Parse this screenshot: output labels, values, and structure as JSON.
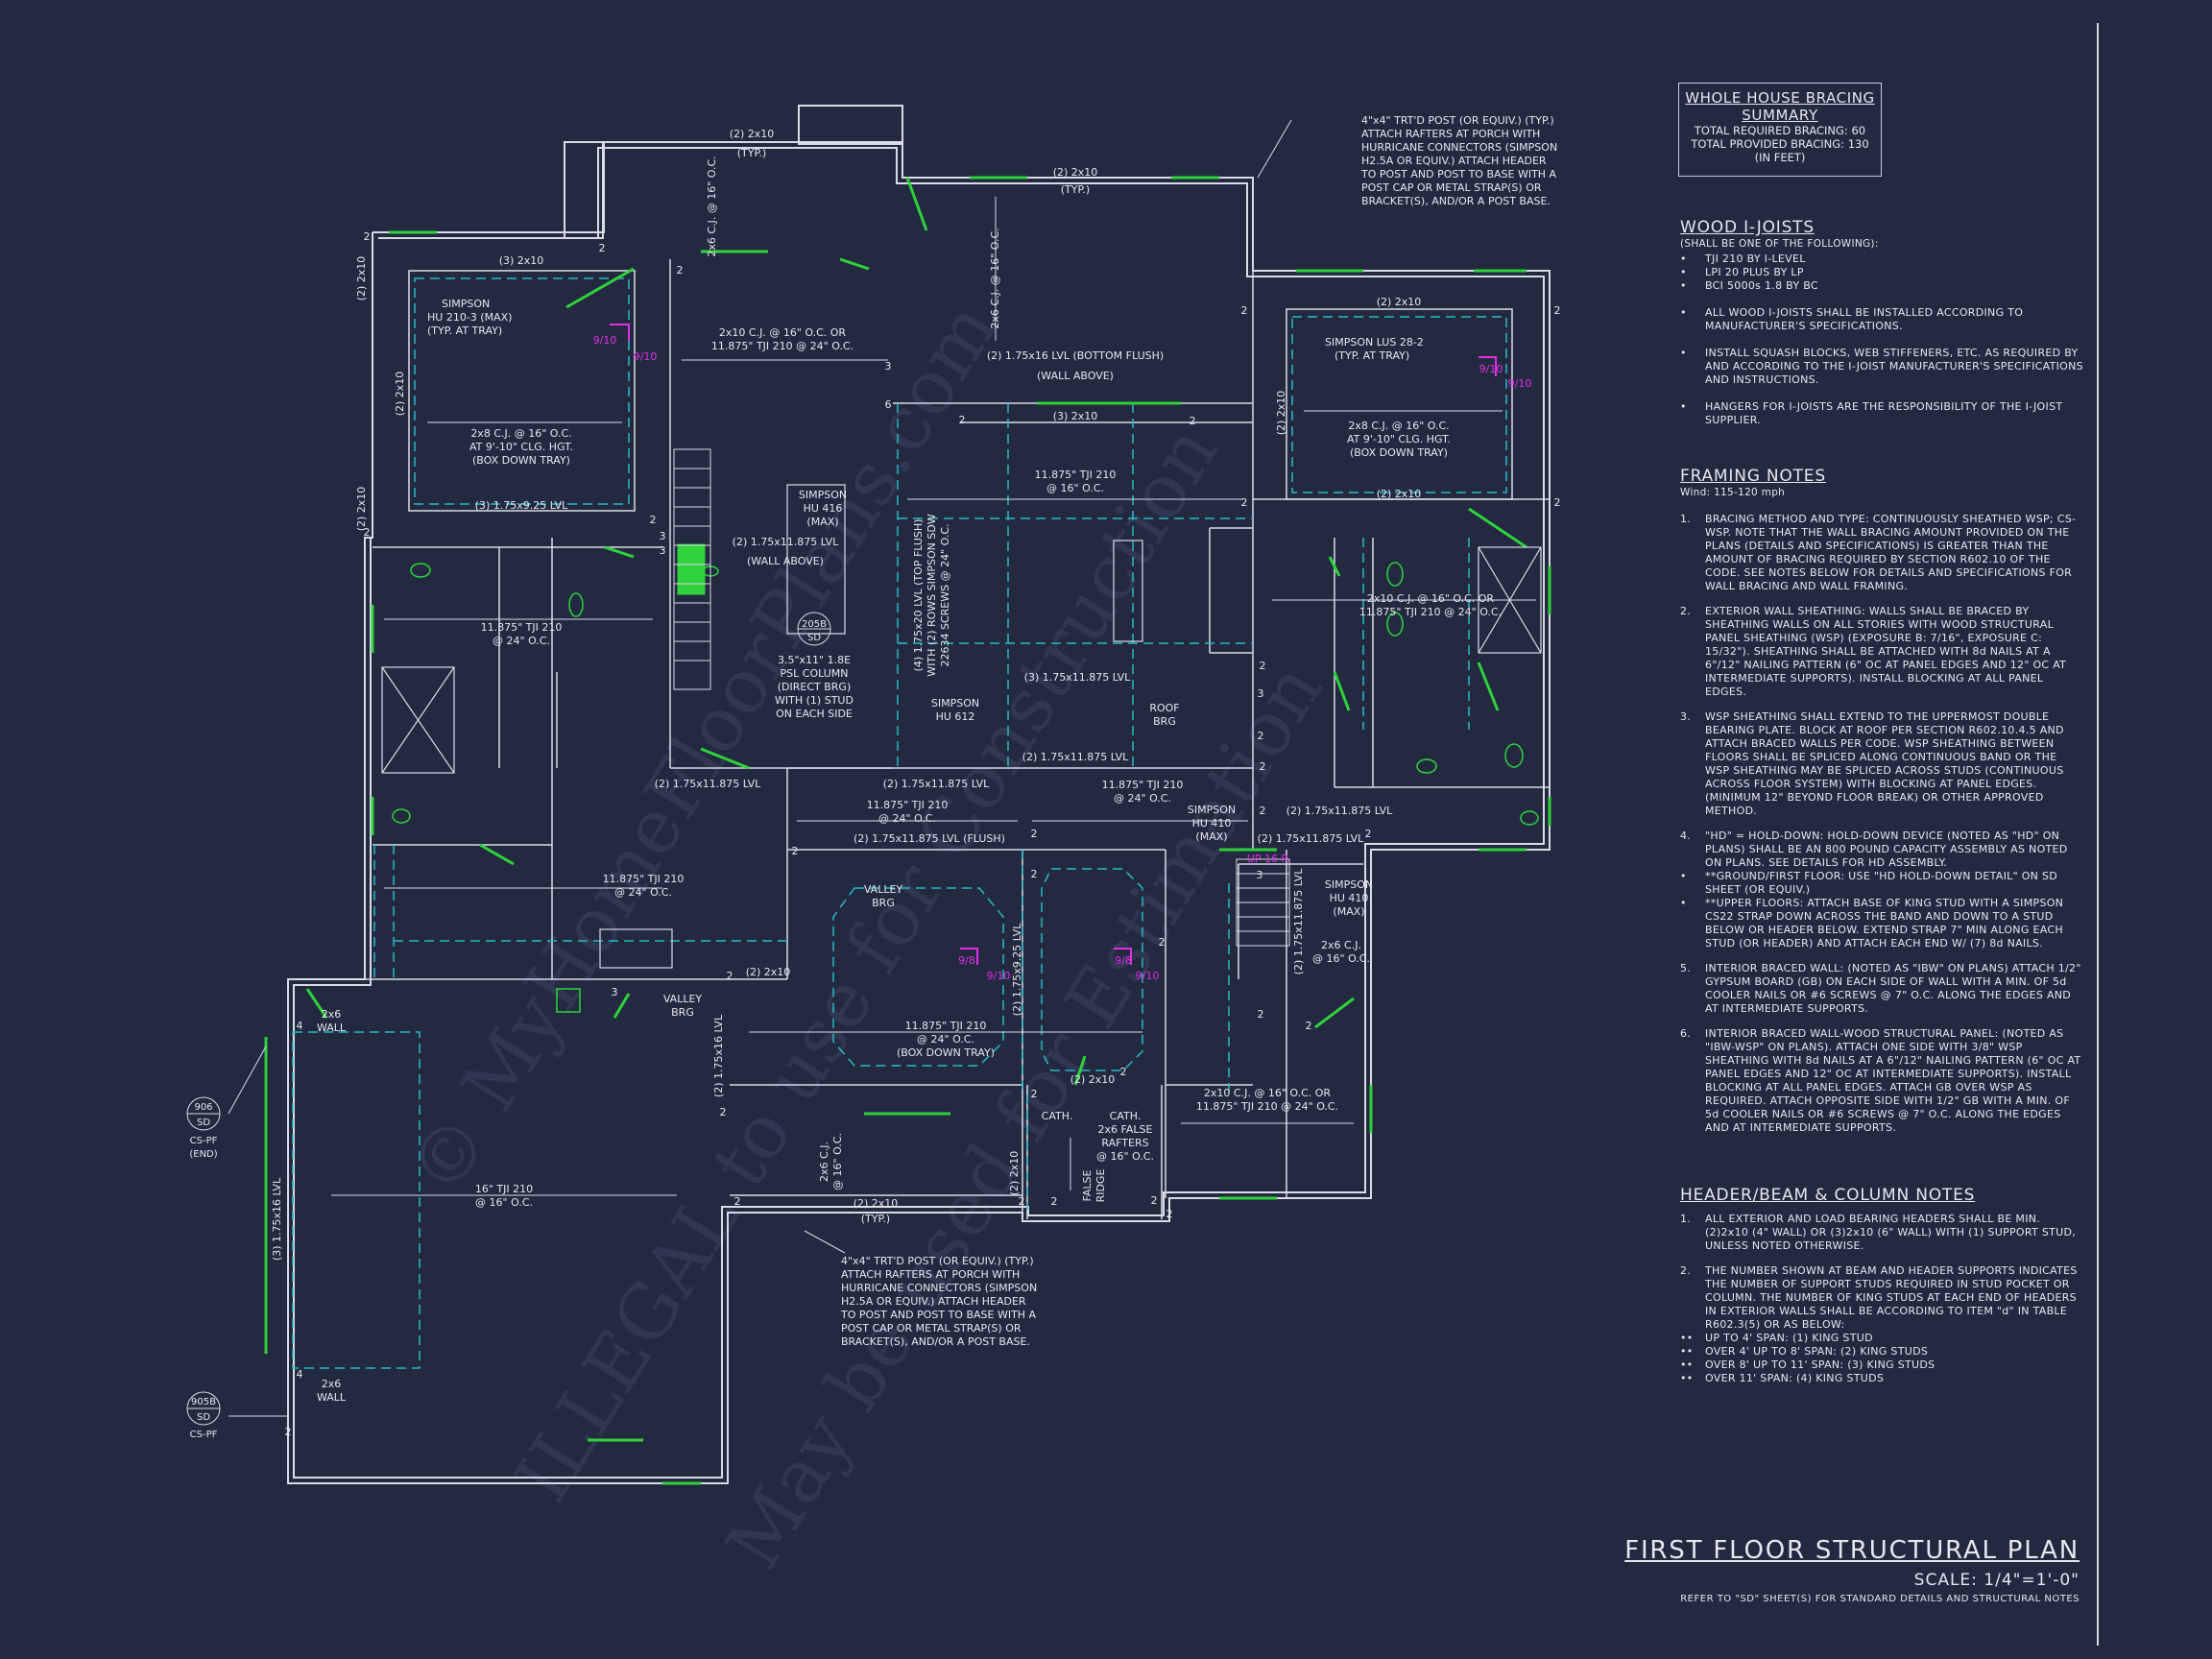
{
  "colors": {
    "background": "#232a40",
    "line": "#e6e8ef",
    "accent_green": "#2fd13c",
    "accent_magenta": "#e22ee8",
    "accent_cyan": "#2bb7c9",
    "watermark": "#3a4260"
  },
  "bracing": {
    "title": "WHOLE HOUSE BRACING SUMMARY",
    "required": "TOTAL REQUIRED BRACING: 60",
    "provided": "TOTAL PROVIDED BRACING: 130",
    "unit": "(IN FEET)"
  },
  "ijoists": {
    "title": "WOOD I-JOISTS",
    "sub": "(SHALL BE ONE OF THE FOLLOWING):",
    "options": [
      "TJI 210 BY I-LEVEL",
      "LPI 20 PLUS BY LP",
      "BCI 5000s 1.8 BY BC"
    ],
    "notes": [
      "ALL WOOD I-JOISTS SHALL BE INSTALLED ACCORDING TO MANUFACTURER'S SPECIFICATIONS.",
      "INSTALL SQUASH BLOCKS, WEB STIFFENERS, ETC. AS REQUIRED BY AND ACCORDING TO THE I-JOIST MANUFACTURER'S SPECIFICATIONS AND INSTRUCTIONS.",
      "HANGERS FOR I-JOISTS ARE THE RESPONSIBILITY OF THE I-JOIST SUPPLIER."
    ]
  },
  "framing": {
    "title": "FRAMING NOTES",
    "wind": "Wind: 115-120 mph",
    "items": [
      "BRACING METHOD AND TYPE: CONTINUOUSLY SHEATHED WSP; CS-WSP. NOTE THAT THE WALL BRACING AMOUNT PROVIDED ON THE PLANS (DETAILS AND SPECIFICATIONS) IS GREATER THAN THE AMOUNT OF BRACING REQUIRED BY SECTION R602.10 OF THE CODE. SEE NOTES BELOW FOR DETAILS AND SPECIFICATIONS FOR WALL BRACING AND WALL FRAMING.",
      "EXTERIOR WALL SHEATHING: WALLS SHALL BE BRACED BY SHEATHING WALLS ON ALL STORIES WITH WOOD STRUCTURAL PANEL SHEATHING (WSP) (EXPOSURE B: 7/16\", EXPOSURE C: 15/32\"). SHEATHING SHALL BE ATTACHED WITH 8d NAILS AT A 6\"/12\" NAILING PATTERN (6\" OC AT PANEL EDGES AND 12\" OC AT INTERMEDIATE SUPPORTS). INSTALL BLOCKING AT ALL PANEL EDGES.",
      "WSP SHEATHING SHALL EXTEND TO THE UPPERMOST DOUBLE BEARING PLATE. BLOCK AT ROOF PER SECTION R602.10.4.5 AND ATTACH BRACED WALLS PER CODE. WSP SHEATHING BETWEEN FLOORS SHALL BE SPLICED ALONG CONTINUOUS BAND OR THE WSP SHEATHING MAY BE SPLICED ACROSS STUDS (CONTINUOUS ACROSS FLOOR SYSTEM) WITH BLOCKING AT PANEL EDGES. (MINIMUM 12\" BEYOND FLOOR BREAK) OR OTHER APPROVED METHOD.",
      "\"HD\" = HOLD-DOWN: HOLD-DOWN DEVICE (NOTED AS \"HD\" ON PLANS) SHALL BE AN 800 POUND CAPACITY ASSEMBLY AS NOTED ON PLANS. SEE DETAILS FOR HD ASSEMBLY.",
      "INTERIOR BRACED WALL: (NOTED AS \"IBW\" ON PLANS) ATTACH 1/2\" GYPSUM BOARD (GB) ON EACH SIDE OF WALL WITH A MIN. OF 5d COOLER NAILS OR #6 SCREWS @ 7\" O.C. ALONG THE EDGES AND AT INTERMEDIATE SUPPORTS.",
      "INTERIOR BRACED WALL-WOOD STRUCTURAL PANEL: (NOTED AS \"IBW-WSP\" ON PLANS). ATTACH ONE SIDE WITH 3/8\" WSP SHEATHING WITH 8d NAILS AT A 6\"/12\" NAILING PATTERN (6\" OC AT PANEL EDGES AND 12\" OC AT INTERMEDIATE SUPPORTS). INSTALL BLOCKING AT ALL PANEL EDGES. ATTACH GB OVER WSP AS REQUIRED. ATTACH OPPOSITE SIDE WITH 1/2\" GB WITH A MIN. OF 5d COOLER NAILS OR #6 SCREWS @ 7\" O.C. ALONG THE EDGES AND AT INTERMEDIATE SUPPORTS."
    ],
    "ground": "**GROUND/FIRST FLOOR: USE \"HD HOLD-DOWN DETAIL\" ON SD SHEET (OR EQUIV.)",
    "upper": "**UPPER FLOORS: ATTACH BASE OF KING STUD WITH A SIMPSON CS22 STRAP DOWN ACROSS THE BAND AND DOWN TO A STUD BELOW OR HEADER BELOW. EXTEND STRAP 7\" MIN ALONG EACH STUD (OR HEADER) AND ATTACH EACH END W/ (7) 8d NAILS."
  },
  "header_notes": {
    "title": "HEADER/BEAM & COLUMN NOTES",
    "items": [
      "ALL EXTERIOR AND LOAD BEARING HEADERS SHALL BE MIN. (2)2x10 (4\" WALL) OR (3)2x10 (6\" WALL) WITH (1) SUPPORT STUD, UNLESS NOTED OTHERWISE.",
      "THE NUMBER SHOWN AT BEAM AND HEADER SUPPORTS INDICATES THE NUMBER OF SUPPORT STUDS REQUIRED IN STUD POCKET OR COLUMN. THE NUMBER OF KING STUDS AT EACH END OF HEADERS IN EXTERIOR WALLS SHALL BE ACCORDING TO ITEM \"d\" IN TABLE R602.3(5) OR AS BELOW:"
    ],
    "spans": [
      "UP TO 4' SPAN: (1) KING STUD",
      "OVER 4' UP TO 8' SPAN: (2) KING STUDS",
      "OVER 8' UP TO 11' SPAN: (3) KING STUDS",
      "OVER 11' SPAN: (4) KING STUDS"
    ]
  },
  "title_block": {
    "title": "FIRST FLOOR STRUCTURAL PLAN",
    "scale": "SCALE: 1/4\"=1'-0\"",
    "refer": "REFER TO \"SD\" SHEET(S) FOR STANDARD DETAILS AND STRUCTURAL NOTES"
  },
  "watermark": [
    "© MyHomeFloorPlans.com",
    "ILLEGAL to use for Construction",
    "May be used for Estimation"
  ],
  "plan_labels": {
    "porch_post_top": [
      "4\"x4\" TRT'D POST (OR EQUIV.) (TYP.)",
      "ATTACH RAFTERS AT PORCH WITH",
      "HURRICANE CONNECTORS (SIMPSON",
      "H2.5A OR EQUIV.) ATTACH HEADER",
      "TO POST AND POST TO BASE WITH A",
      "POST CAP OR METAL STRAP(S) OR",
      "BRACKET(S), AND/OR A POST BASE."
    ],
    "porch_post_bottom": [
      "4\"x4\" TRT'D POST (OR EQUIV.) (TYP.)",
      "ATTACH RAFTERS AT PORCH WITH",
      "HURRICANE CONNECTORS (SIMPSON",
      "H2.5A OR EQUIV.) ATTACH HEADER",
      "TO POST AND POST TO BASE WITH A",
      "POST CAP OR METAL STRAP(S) OR",
      "BRACKET(S), AND/OR A POST BASE."
    ],
    "h1": "(2) 2x10",
    "h1t": "(TYP.)",
    "h2": "(2) 2x10",
    "h2t": "(TYP.)",
    "cj1": "2x6 C.J. @ 16\" O.C.",
    "cj2": "2x6 C.J. @ 16\" O.C.",
    "h3": "(3) 2x10",
    "simpson1": [
      "SIMPSON",
      "HU 210-3 (MAX)",
      "(TYP. AT TRAY)"
    ],
    "pitch1": "9/10",
    "pitch1b": "9/10",
    "tray1": [
      "2x8 C.J. @ 16\" O.C.",
      "AT 9'-10\" CLG. HGT.",
      "(BOX DOWN TRAY)"
    ],
    "lvl1": "(3) 1.75x9.25 LVL",
    "cj3": [
      "2x10 C.J. @ 16\" O.C. OR",
      "11.875\" TJI 210 @ 24\" O.C."
    ],
    "lvl2": "(2) 1.75x16 LVL (BOTTOM FLUSH)",
    "lvl2b": "(WALL ABOVE)",
    "h4": "(3) 2x10",
    "tji1": [
      "11.875\" TJI 210",
      "@ 16\" O.C."
    ],
    "h5": "(2) 2x10",
    "simpson2": [
      "SIMPSON LUS 28-2",
      "(TYP. AT TRAY)"
    ],
    "pitch2": "9/10",
    "pitch2b": "9/10",
    "tray2": [
      "2x8 C.J. @ 16\" O.C.",
      "AT 9'-10\" CLG. HGT.",
      "(BOX DOWN TRAY)"
    ],
    "h6": "(2) 2x10",
    "tji2": [
      "11.875\" TJI 210",
      "@ 24\" O.C."
    ],
    "simpson3": [
      "SIMPSON",
      "HU 416",
      "(MAX)"
    ],
    "lvl3": "(2) 1.75x11.875 LVL",
    "lvl3b": "(WALL ABOVE)",
    "tag1": [
      "205B",
      "SD"
    ],
    "psl": [
      "3.5\"x11\" 1.8E",
      "PSL COLUMN",
      "(DIRECT BRG)",
      "WITH (1) STUD",
      "ON EACH SIDE"
    ],
    "lvl4": [
      "(4) 1.75x20 LVL (TOP FLUSH)",
      "WITH (2) ROWS SIMPSON SDW",
      "22634 SCREWS @ 24\" O.C."
    ],
    "simpson4": [
      "SIMPSON",
      "HU 612"
    ],
    "lvl5": "(3) 1.75x11.875 LVL",
    "roofbrg": [
      "ROOF",
      "BRG"
    ],
    "lvl6": "(2) 1.75x11.875 LVL",
    "cj4": [
      "2x10 C.J. @ 16\" O.C. OR",
      "11.875\" TJI 210 @ 24\" O.C."
    ],
    "lvl7": "(2) 1.75x11.875 LVL",
    "lvl8": "(2) 1.75x11.875 LVL",
    "tji3": [
      "11.875\" TJI 210",
      "@ 24\" O.C."
    ],
    "tji4": [
      "11.875\" TJI 210",
      "@ 24\" O.C."
    ],
    "simpson5": [
      "SIMPSON",
      "HU 410",
      "(MAX)"
    ],
    "lvl9": "(2) 1.75x11.875 LVL",
    "lvl10": "(2) 1.75x11.875 LVL (FLUSH)",
    "lvl11": "(2) 1.75x11.875 LVL",
    "up": "UP 16 R.",
    "tji5": [
      "11.875\" TJI 210",
      "@ 24\" O.C."
    ],
    "valley1": [
      "VALLEY",
      "BRG"
    ],
    "pitch3": "9/8",
    "pitch3b": "9/10",
    "pitch4": "9/8",
    "pitch4b": "9/10",
    "lvl12": "(2) 1.75x9.25 LVL",
    "simpson6": [
      "SIMPSON",
      "HU 410",
      "(MAX)"
    ],
    "lvl13": "(2) 1.75x11.875 LVL",
    "cj5": [
      "2x6 C.J.",
      "@ 16\" O.C."
    ],
    "valley2": [
      "VALLEY",
      "BRG"
    ],
    "h7": "(2) 2x10",
    "tji6": [
      "11.875\" TJI 210",
      "@ 24\" O.C.",
      "(BOX DOWN TRAY)"
    ],
    "lvl14": "(2) 1.75x16 LVL",
    "h8": "(2) 2x10",
    "cath1": "CATH.",
    "cath2": [
      "CATH.",
      "2x6 FALSE",
      "RAFTERS",
      "@ 16\" O.C."
    ],
    "falseridge": [
      "FALSE",
      "RIDGE"
    ],
    "cj6": [
      "2x10 C.J. @ 16\" O.C. OR",
      "11.875\" TJI 210 @ 24\" O.C."
    ],
    "h9": "(2) 2x10",
    "h10": "(2) 2x10",
    "h10t": "(TYP.)",
    "cj7": [
      "2x6 C.J.",
      "@ 16\" O.C."
    ],
    "wall1": [
      "2x6",
      "WALL"
    ],
    "wall2": [
      "2x6",
      "WALL"
    ],
    "tag2": [
      "906",
      "SD"
    ],
    "tag2b": [
      "CS-PF",
      "(END)"
    ],
    "tag3": [
      "905B",
      "SD"
    ],
    "tag3b": "CS-PF",
    "garage_lvl": "(3) 1.75x16 LVL",
    "garage_tji": [
      "16\" TJI 210",
      "@ 16\" O.C."
    ],
    "h11": "(2) 2x10",
    "h12": "(2) 2x10",
    "h13": "(2) 2x10",
    "h14": "(2) 2x10"
  },
  "support_counts": [
    "2",
    "2",
    "2",
    "2",
    "2",
    "2",
    "2",
    "2",
    "2",
    "2",
    "3",
    "3",
    "3",
    "3",
    "6",
    "2",
    "2",
    "2",
    "2",
    "2",
    "2",
    "2",
    "2",
    "2",
    "2",
    "2",
    "2",
    "3",
    "4",
    "4",
    "2",
    "2",
    "2",
    "2",
    "2",
    "2",
    "2",
    "2",
    "2",
    "3",
    "2"
  ]
}
